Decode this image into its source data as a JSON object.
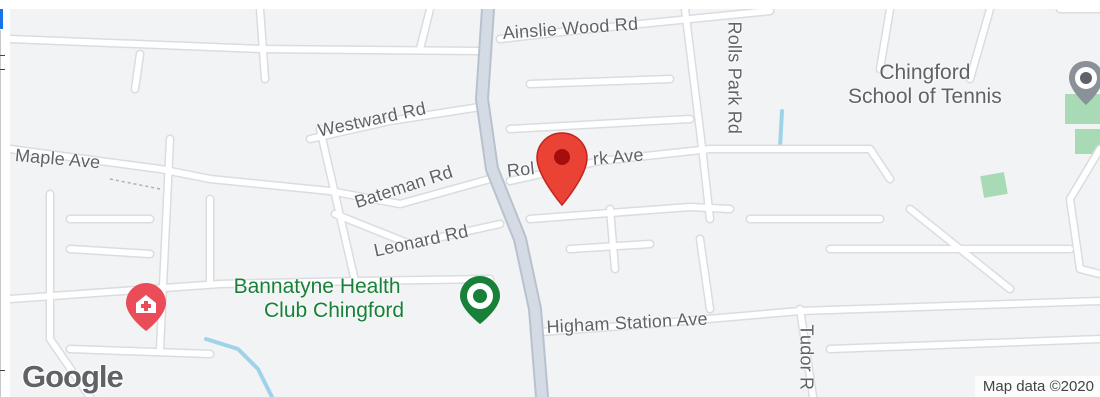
{
  "map": {
    "roads": {
      "ainslie_wood_rd": "Ainslie Wood Rd",
      "rolls_park_rd": "Rolls Park Rd",
      "westward_rd": "Westward Rd",
      "maple_ave": "Maple Ave",
      "bateman_rd": "Bateman Rd",
      "rolls_park_ave_left": "Rol",
      "rolls_park_ave_right": "rk Ave",
      "leonard_rd": "Leonard Rd",
      "higham_station_ave": "Higham Station Ave",
      "tudor_rd": "Tudor R"
    },
    "pois": {
      "tennis": {
        "line1": "Chingford",
        "line2": "School of Tennis",
        "icon": "location-icon"
      },
      "health_club": {
        "line1": "Bannatyne Health",
        "line2": "Club Chingford",
        "icon": "fitness-icon"
      },
      "hospital": {
        "icon": "hospital-icon"
      }
    },
    "marker": {
      "icon": "location-pin-icon"
    },
    "attribution": "Map data ©2020",
    "logo": "Google"
  },
  "colors": {
    "background": "#f1f3f4",
    "road": "#ffffff",
    "road_casing": "#dadce0",
    "main_road": "#c9d1dc",
    "park": "#a8dab5",
    "water": "#9ed3ea",
    "marker": "#ea4335",
    "poi_green": "#188038",
    "poi_grey": "#5f6368",
    "hospital": "#ea4c5a",
    "edge_tab": "#1a73e8"
  }
}
